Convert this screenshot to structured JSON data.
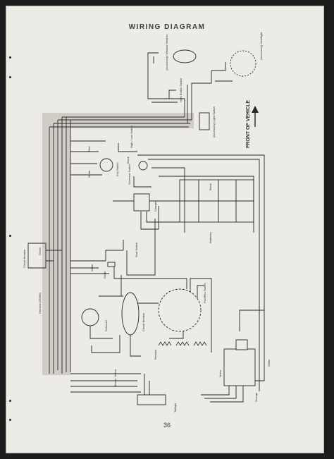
{
  "title": "WIRING DIAGRAM",
  "page_number": "36",
  "front_of_vehicle": "FRONT OF VEHICLE",
  "labels": {
    "accessory_window_washer": "(Accessory) Window Washer",
    "accessory_headlight": "(Accessory) Headlight",
    "horn_button_switch": "Horn Button Switch",
    "accessory_light_switch": "(Accessory) Light Switch",
    "high_low_switch": "High / Low Switch",
    "key_switch": "Key Switch",
    "governor_switch": "Governor Switch",
    "charger": "Charger",
    "batteries": "Batteries",
    "circuit_breaker": "Circuit Breaker",
    "harness": "Harness (95566)",
    "diode": "Diode",
    "seat_switch": "Seat Switch",
    "solenoid": "Solenoid",
    "circuit_breaker_2": "Circuit Breaker",
    "motor": "Motor",
    "taillight": "Taillight",
    "fwd_rev_switch": "Fwd/Rev Switch",
    "resistor": "Resistor",
    "wire_black": "Black",
    "wire_white": "White",
    "wire_red": "Red",
    "wire_brown": "Brown",
    "wire_green": "Green",
    "wire_orange": "Orange",
    "wire_yellow": "Yellow"
  }
}
